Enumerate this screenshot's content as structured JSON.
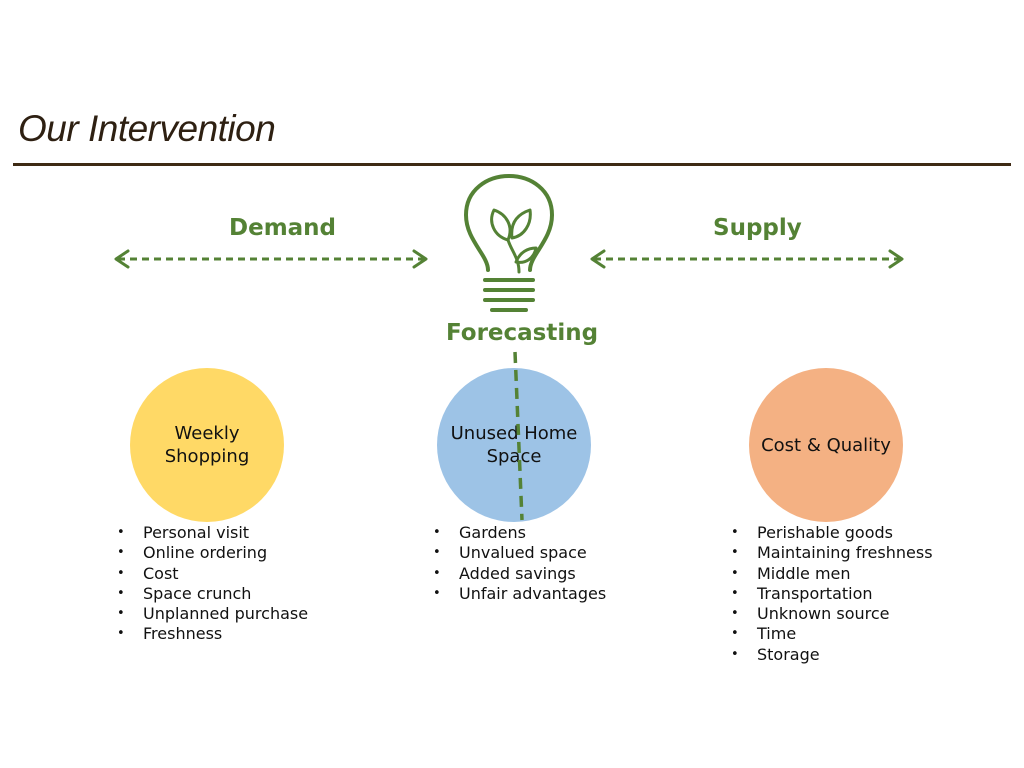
{
  "slide": {
    "title": "Our Intervention",
    "demand_label": "Demand",
    "supply_label": "Supply",
    "forecasting_label": "Forecasting"
  },
  "colors": {
    "accent_green": "#548235",
    "title_rule": "#3e2a14",
    "circle_demand": "#ffd966",
    "circle_center": "#9dc3e6",
    "circle_supply": "#f4b183"
  },
  "icons": {
    "center": "lightbulb-plant-icon"
  },
  "circles": [
    {
      "line1": "Weekly",
      "line2": "Shopping"
    },
    {
      "line1": "Unused Home",
      "line2": "Space"
    },
    {
      "line1": "Cost & Quality",
      "line2": ""
    }
  ],
  "lists": {
    "demand": [
      "Personal visit",
      "Online ordering",
      "Cost",
      "Space crunch",
      "Unplanned purchase",
      "Freshness"
    ],
    "center": [
      "Gardens",
      "Unvalued space",
      "Added savings",
      "Unfair advantages"
    ],
    "supply": [
      "Perishable goods",
      "Maintaining freshness",
      "Middle men",
      "Transportation",
      "Unknown source",
      "Time",
      "Storage"
    ]
  }
}
